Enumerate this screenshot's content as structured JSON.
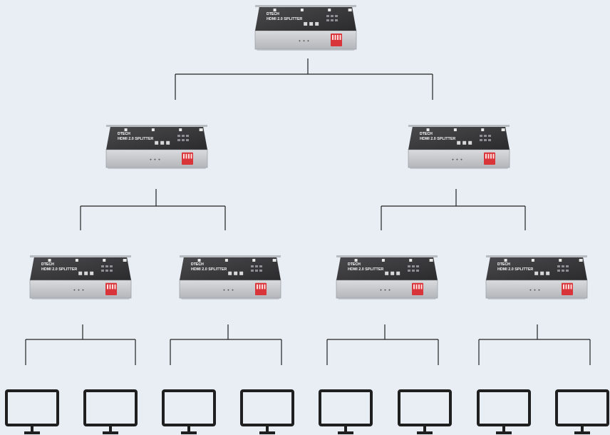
{
  "splitter": {
    "brand": "DTECH",
    "model": "HDMI 2.0 SPLITTER"
  },
  "tree": {
    "levels": 3,
    "splitter_count": 7,
    "display_count": 8,
    "outputs_per_splitter": 2
  },
  "colors": {
    "background": "#e8eef4",
    "line": "#222222",
    "splitter_top": "#3c3c3e",
    "splitter_body": "#c9cbcf",
    "dip_switch": "#d8343a",
    "monitor": "#1f1f1f"
  },
  "icons": {
    "splitter": "hdmi-splitter-device-icon",
    "display": "monitor-icon"
  }
}
